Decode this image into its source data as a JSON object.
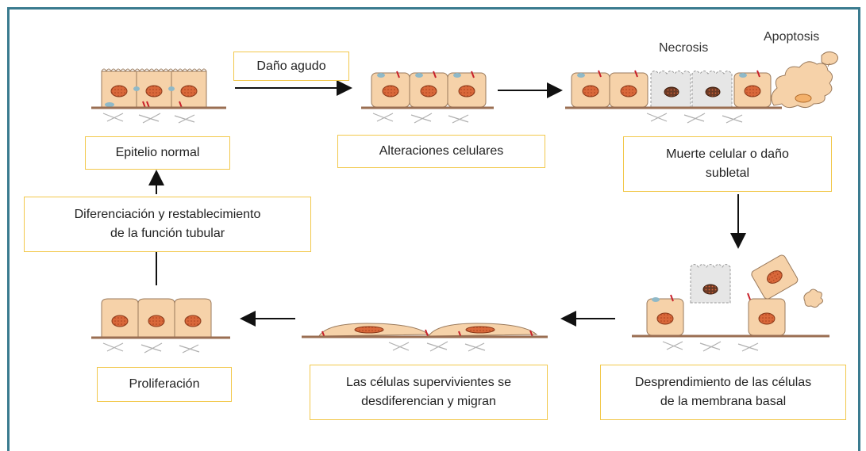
{
  "labels": {
    "epitelio_normal": "Epitelio normal",
    "dano_agudo": "Daño agudo",
    "alteraciones": "Alteraciones celulares",
    "muerte_line1": "Muerte celular o daño",
    "muerte_line2": "subletal",
    "necrosis": "Necrosis",
    "apoptosis": "Apoptosis",
    "desprendimiento_line1": "Desprendimiento  de las células",
    "desprendimiento_line2": "de la membrana  basal",
    "supervivientes_line1": "Las células supervivientes  se",
    "supervivientes_line2": "desdiferencian  y migran",
    "proliferacion": "Proliferación",
    "diferenciacion_line1": "Diferenciación y restablecimiento",
    "diferenciacion_line2": "de la función tubular"
  },
  "colors": {
    "frame": "#3a7b8f",
    "box_border": "#f2c84b",
    "cell_fill": "#f6d2a9",
    "cell_stroke": "#9a7a5c",
    "nucleus": "#d9683a",
    "necrotic_fill": "#e6e6e6",
    "basement": "#9a6e52"
  }
}
